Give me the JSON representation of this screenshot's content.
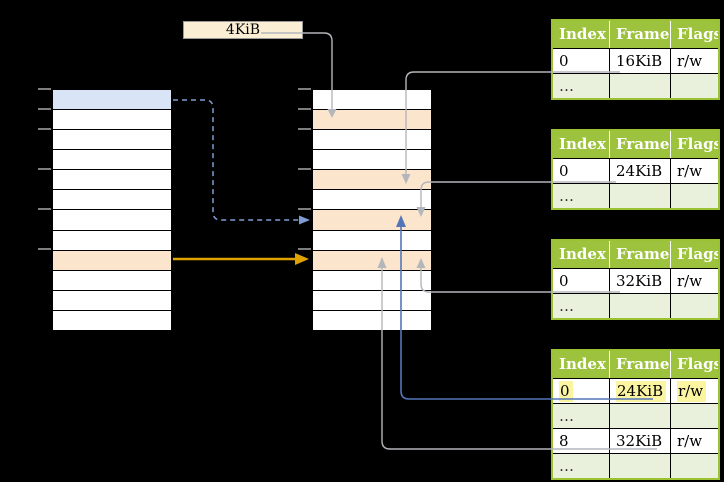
{
  "page_size_label": {
    "text": "4KiB"
  },
  "memory_columns": {
    "virtual": {
      "row_count": 12,
      "filled_rows": [
        {
          "row": 1,
          "color": "blue"
        },
        {
          "row": 9,
          "color": "orange"
        }
      ],
      "tick_offsets": [
        0,
        20,
        40,
        80,
        120,
        160
      ]
    },
    "physical": {
      "row_count": 12,
      "filled_rows": [
        {
          "row": 2,
          "color": "orange"
        },
        {
          "row": 5,
          "color": "orange"
        },
        {
          "row": 7,
          "color": "orange"
        },
        {
          "row": 9,
          "color": "orange"
        }
      ],
      "tick_offsets": [
        0,
        20,
        40,
        80,
        120,
        160
      ]
    }
  },
  "page_tables": [
    {
      "name": "page-table-16kib",
      "columns": [
        "Index",
        "Frame",
        "Flags"
      ],
      "rows": [
        {
          "cells": [
            "0",
            "16KiB",
            "r/w"
          ],
          "variant": "data",
          "highlighted": false
        },
        {
          "cells": [
            "…",
            "",
            ""
          ],
          "variant": "ellipsis",
          "highlighted": false
        }
      ]
    },
    {
      "name": "page-table-24kib",
      "columns": [
        "Index",
        "Frame",
        "Flags"
      ],
      "rows": [
        {
          "cells": [
            "0",
            "24KiB",
            "r/w"
          ],
          "variant": "data",
          "highlighted": false
        },
        {
          "cells": [
            "…",
            "",
            ""
          ],
          "variant": "ellipsis",
          "highlighted": false
        }
      ]
    },
    {
      "name": "page-table-32kib",
      "columns": [
        "Index",
        "Frame",
        "Flags"
      ],
      "rows": [
        {
          "cells": [
            "0",
            "32KiB",
            "r/w"
          ],
          "variant": "data",
          "highlighted": false
        },
        {
          "cells": [
            "…",
            "",
            ""
          ],
          "variant": "ellipsis",
          "highlighted": false
        }
      ]
    },
    {
      "name": "page-table-level1",
      "columns": [
        "Index",
        "Frame",
        "Flags"
      ],
      "rows": [
        {
          "cells": [
            "0",
            "24KiB",
            "r/w"
          ],
          "variant": "data",
          "highlighted": true
        },
        {
          "cells": [
            "…",
            "",
            ""
          ],
          "variant": "ellipsis",
          "highlighted": false
        },
        {
          "cells": [
            "8",
            "32KiB",
            "r/w"
          ],
          "variant": "data",
          "highlighted": false
        },
        {
          "cells": [
            "…",
            "",
            ""
          ],
          "variant": "ellipsis",
          "highlighted": false
        }
      ]
    }
  ],
  "connectors": [
    {
      "name": "arrow-4kib-label-to-physical-row2",
      "color": "#B3B6BB",
      "style": "solid"
    },
    {
      "name": "arrow-pt16-frame-to-physical-row5",
      "color": "#B3B6BB",
      "style": "solid"
    },
    {
      "name": "arrow-pt24-frame-to-physical-row7",
      "color": "#B3B6BB",
      "style": "solid"
    },
    {
      "name": "arrow-pt32-frame-to-physical-row9",
      "color": "#B3B6BB",
      "style": "solid"
    },
    {
      "name": "arrow-l1-entry0-to-physical-row7",
      "color": "#5476B9",
      "style": "solid"
    },
    {
      "name": "arrow-l1-entry8-to-physical-row9",
      "color": "#B3B6BB",
      "style": "solid"
    },
    {
      "name": "arrow-virtual-row1-to-physical-row7",
      "color": "#7F9DD4",
      "style": "dashed"
    },
    {
      "name": "arrow-virtual-row9-to-physical-row9",
      "color": "#E0A200",
      "style": "solid"
    }
  ],
  "colors": {
    "background": "#000000",
    "table_header_green": "#9CC23E",
    "table_border_green": "#9BC233",
    "ellipsis_row_green": "#E9F0DB",
    "virtual_page_blue": "#D9E4F6",
    "mapped_page_orange": "#FCE5CD",
    "label_box_cream": "#FAEFD5",
    "highlight_yellow": "#FBF4A1",
    "tick_gray": "#7E7E7E"
  }
}
